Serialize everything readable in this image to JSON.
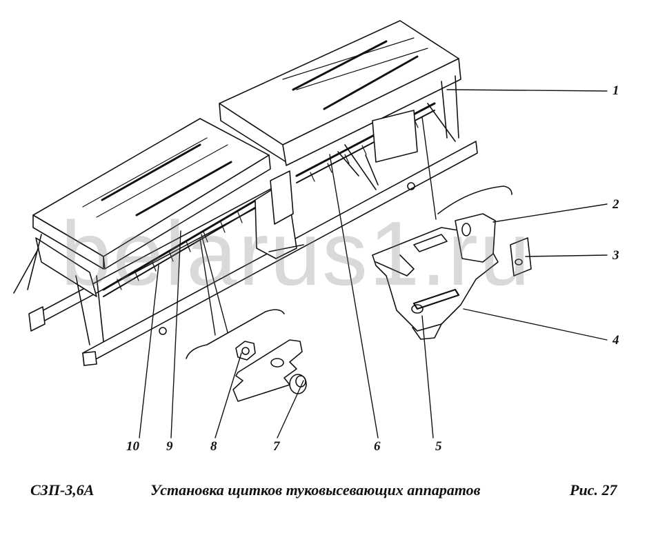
{
  "figure": {
    "model": "СЗП-3,6А",
    "title": "Установка щитков туковысевающих аппаратов",
    "figure_label": "Рис. 27"
  },
  "callouts": [
    {
      "num": "1"
    },
    {
      "num": "2"
    },
    {
      "num": "3"
    },
    {
      "num": "4"
    },
    {
      "num": "5"
    },
    {
      "num": "6"
    },
    {
      "num": "7"
    },
    {
      "num": "8"
    },
    {
      "num": "9"
    },
    {
      "num": "10"
    }
  ],
  "watermark": "belarus1.ru",
  "colors": {
    "ink": "#111111",
    "paper": "#ffffff",
    "watermark": "#9a9a9a"
  }
}
